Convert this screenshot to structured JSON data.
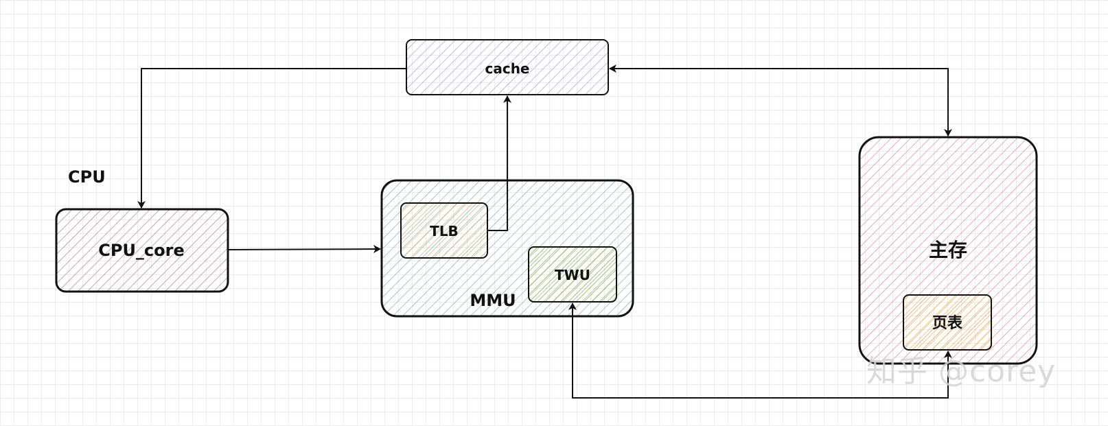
{
  "labels": {
    "cpu_group": "CPU",
    "cpu_core": "CPU_core",
    "cache": "cache",
    "mmu": "MMU",
    "tlb": "TLB",
    "twu": "TWU",
    "main_memory": "主存",
    "page_table": "页表"
  },
  "watermark": "知乎 @corey",
  "colors": {
    "cpu_core": "#9b4f8a",
    "cache": "#8a7fd6",
    "mmu": "#4ea08a",
    "tlb": "#e0a25a",
    "twu": "#8fb02f",
    "main_memory": "#e06060",
    "page_table": "#f0c040"
  }
}
